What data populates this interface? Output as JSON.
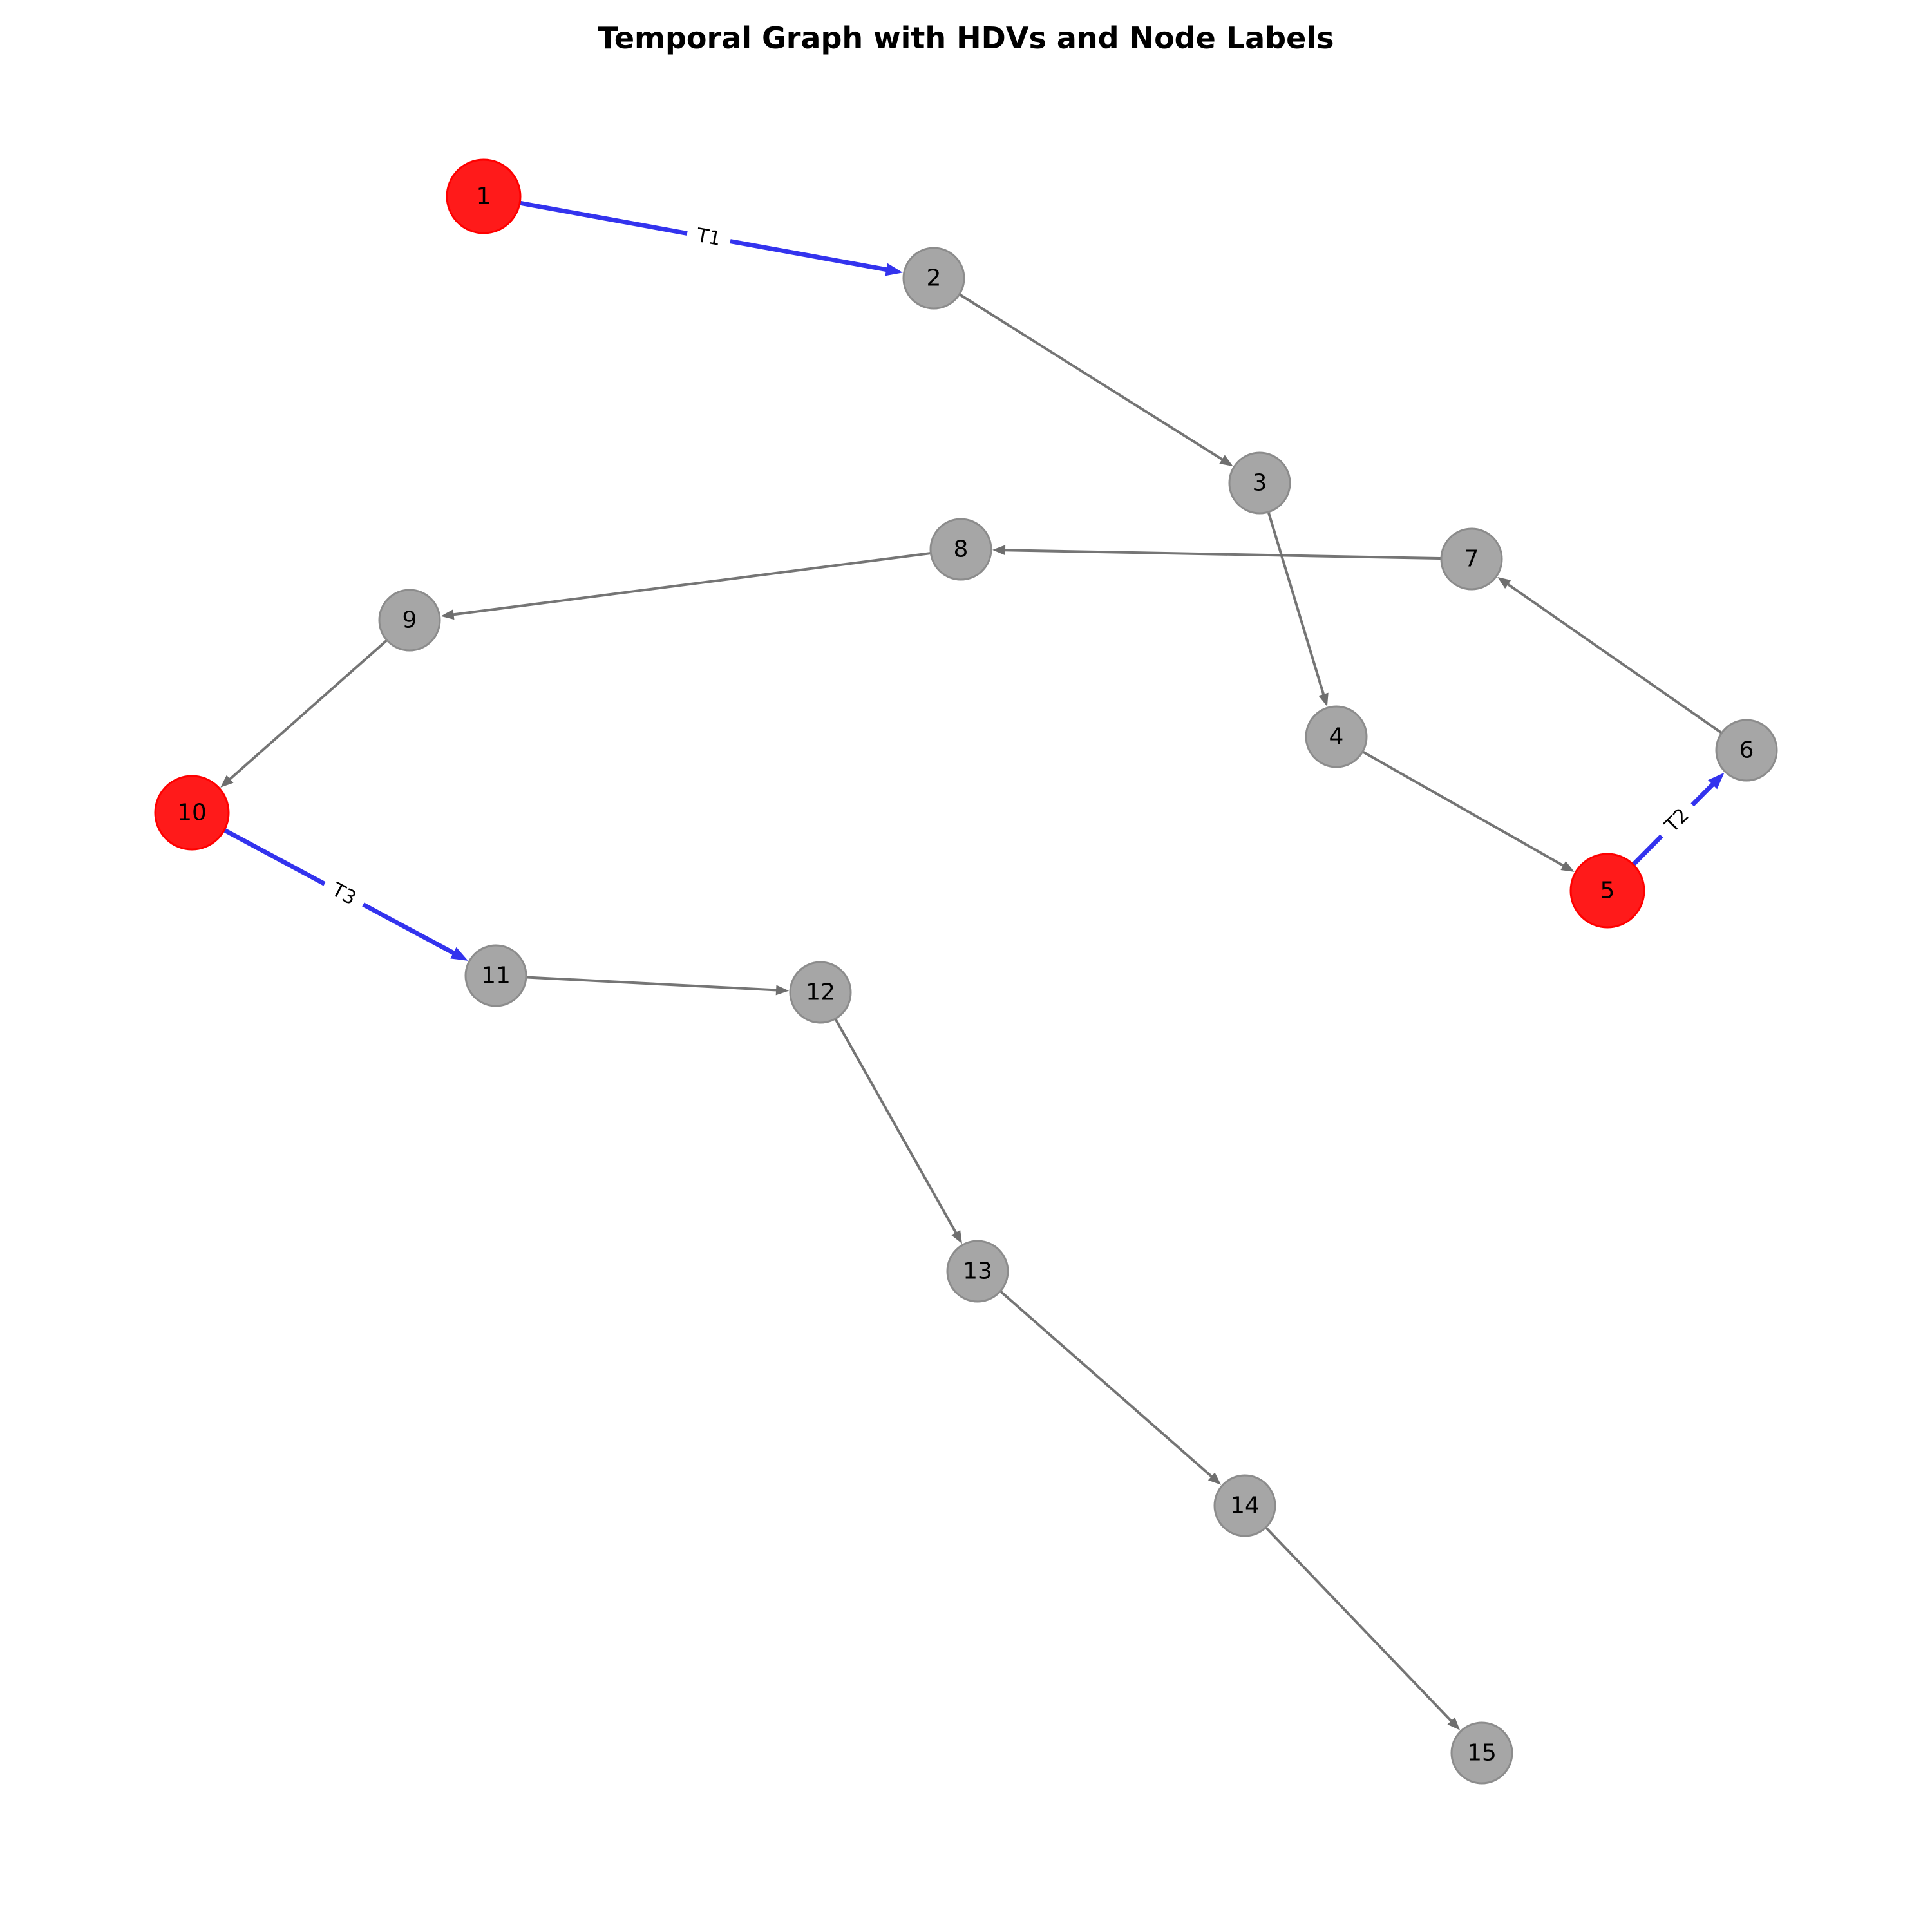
{
  "title": "Temporal Graph with HDVs and Node Labels",
  "colors": {
    "hdv_node": "#ff1a1a",
    "hdv_node_stroke": "#ff0000",
    "regular_node": "#a6a6a6",
    "regular_node_stroke": "#8c8c8c",
    "temporal_edge": "#3333ee",
    "regular_edge": "#6e6e6e"
  },
  "nodes": [
    {
      "id": "1",
      "label": "1",
      "hdv": true
    },
    {
      "id": "2",
      "label": "2",
      "hdv": false
    },
    {
      "id": "3",
      "label": "3",
      "hdv": false
    },
    {
      "id": "4",
      "label": "4",
      "hdv": false
    },
    {
      "id": "5",
      "label": "5",
      "hdv": true
    },
    {
      "id": "6",
      "label": "6",
      "hdv": false
    },
    {
      "id": "7",
      "label": "7",
      "hdv": false
    },
    {
      "id": "8",
      "label": "8",
      "hdv": false
    },
    {
      "id": "9",
      "label": "9",
      "hdv": false
    },
    {
      "id": "10",
      "label": "10",
      "hdv": true
    },
    {
      "id": "11",
      "label": "11",
      "hdv": false
    },
    {
      "id": "12",
      "label": "12",
      "hdv": false
    },
    {
      "id": "13",
      "label": "13",
      "hdv": false
    },
    {
      "id": "14",
      "label": "14",
      "hdv": false
    },
    {
      "id": "15",
      "label": "15",
      "hdv": false
    }
  ],
  "edges": [
    {
      "source": "1",
      "target": "2",
      "temporal": true,
      "label": "T1"
    },
    {
      "source": "2",
      "target": "3",
      "temporal": false,
      "label": ""
    },
    {
      "source": "3",
      "target": "4",
      "temporal": false,
      "label": ""
    },
    {
      "source": "4",
      "target": "5",
      "temporal": false,
      "label": ""
    },
    {
      "source": "5",
      "target": "6",
      "temporal": true,
      "label": "T2"
    },
    {
      "source": "6",
      "target": "7",
      "temporal": false,
      "label": ""
    },
    {
      "source": "7",
      "target": "8",
      "temporal": false,
      "label": ""
    },
    {
      "source": "8",
      "target": "9",
      "temporal": false,
      "label": ""
    },
    {
      "source": "9",
      "target": "10",
      "temporal": false,
      "label": ""
    },
    {
      "source": "10",
      "target": "11",
      "temporal": true,
      "label": "T3"
    },
    {
      "source": "11",
      "target": "12",
      "temporal": false,
      "label": ""
    },
    {
      "source": "12",
      "target": "13",
      "temporal": false,
      "label": ""
    },
    {
      "source": "13",
      "target": "14",
      "temporal": false,
      "label": ""
    },
    {
      "source": "14",
      "target": "15",
      "temporal": false,
      "label": ""
    }
  ]
}
